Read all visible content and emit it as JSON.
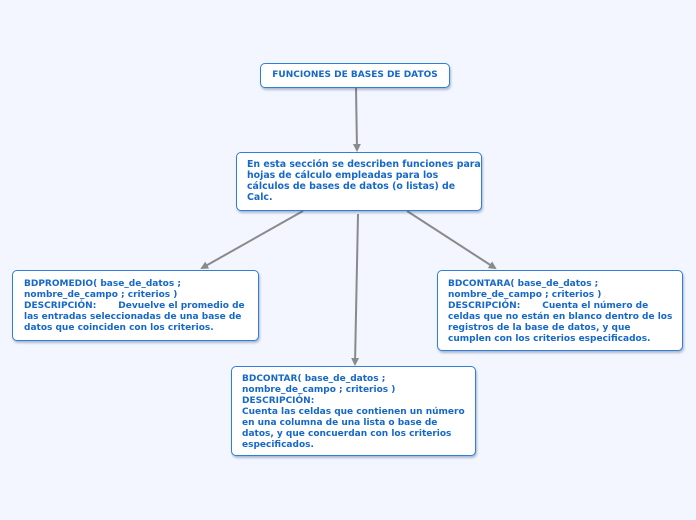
{
  "diagram": {
    "type": "mind-map",
    "background": "#f3f6fe",
    "accent_color": "#1668c8",
    "border_color": "#2f7fd6",
    "connector_color": "#8a8a8a",
    "nodes": {
      "root": {
        "lines": [
          "FUNCIONES DE BASES DE DATOS"
        ]
      },
      "intro": {
        "lines": [
          "En esta sección se describen funciones para",
          "hojas de cálculo empleadas para los",
          "cálculos de bases de datos (o listas) de",
          "Calc."
        ]
      },
      "bdpromedio": {
        "lines": [
          "BDPROMEDIO( base_de_datos ;",
          "nombre_de_campo ; criterios )",
          "DESCRIPCIÓN:       Devuelve el promedio de",
          "las entradas seleccionadas de una base de",
          "datos que coinciden con los criterios."
        ]
      },
      "bdcontara": {
        "lines": [
          "BDCONTARA( base_de_datos ;",
          "nombre_de_campo ; criterios )",
          "DESCRIPCIÓN:       Cuenta el número de",
          "celdas que no están en blanco dentro de los",
          "registros de la base de datos, y que",
          "cumplen con los criterios especificados."
        ]
      },
      "bdcontar": {
        "lines": [
          "BDCONTAR( base_de_datos ;",
          "nombre_de_campo ; criterios )",
          "DESCRIPCIÓN:",
          "Cuenta las celdas que contienen un número",
          "en una columna de una lista o base de",
          "datos, y que concuerdan con los criterios",
          "especificados."
        ]
      }
    },
    "edges": [
      {
        "from": "root",
        "to": "intro"
      },
      {
        "from": "intro",
        "to": "bdpromedio"
      },
      {
        "from": "intro",
        "to": "bdcontar"
      },
      {
        "from": "intro",
        "to": "bdcontara"
      }
    ]
  }
}
